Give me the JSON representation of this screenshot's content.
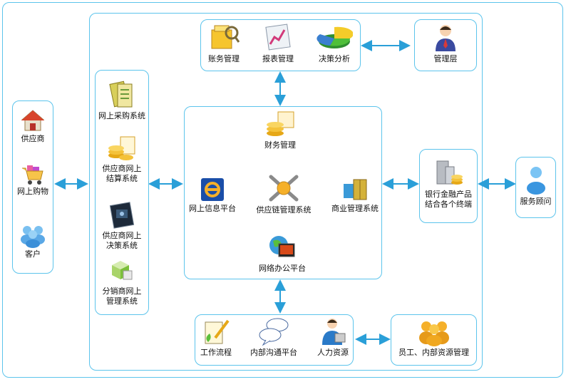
{
  "top_group": [
    "账务管理",
    "报表管理",
    "决策分析"
  ],
  "management": "管理层",
  "left_group": [
    "供应商",
    "网上购物",
    "客户"
  ],
  "systems": [
    "网上采购系统",
    "供应商网上\n结算系统",
    "供应商网上\n决策系统",
    "分销商网上\n管理系统"
  ],
  "center": {
    "finance": "财务管理",
    "portal": "网上信息平台",
    "supply_chain": "供应链管理系统",
    "commerce": "商业管理系统",
    "office": "网络办公平台"
  },
  "bank": "银行金融产品\n结合各个终端",
  "advisor": "服务顾问",
  "bottom_group": [
    "工作流程",
    "内部沟通平台",
    "人力资源"
  ],
  "staff": "员工、内部资源管理",
  "colors": {
    "border": "#5cc4ec",
    "arrow": "#2a9fd8"
  }
}
